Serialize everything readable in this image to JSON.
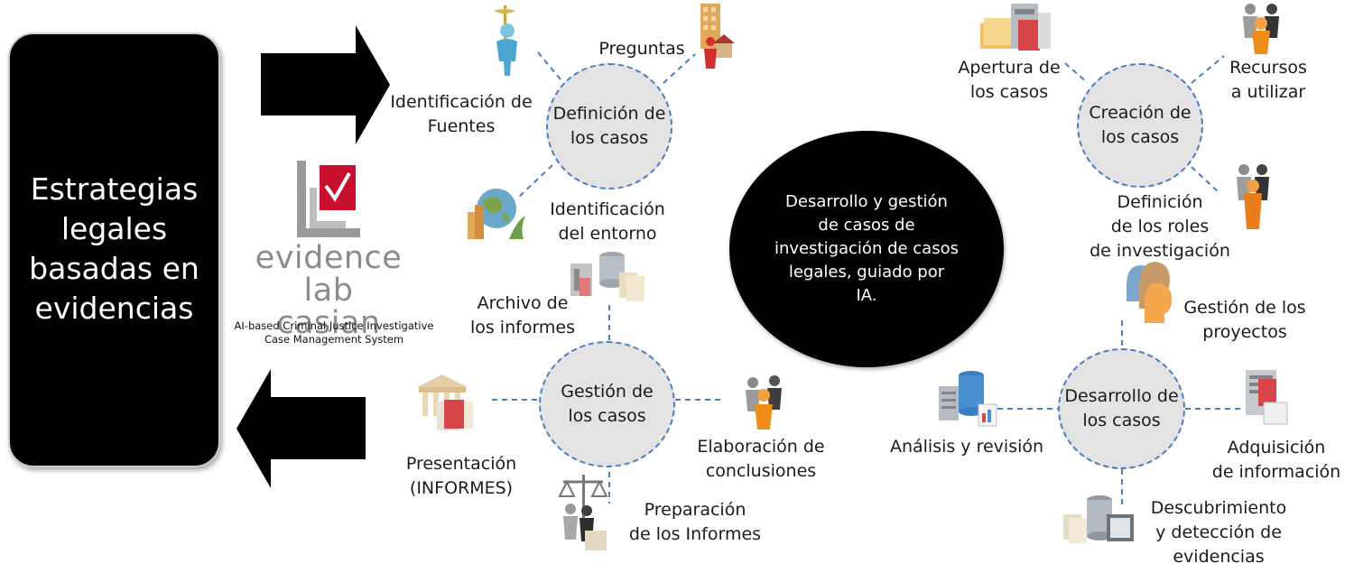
{
  "left_panel": {
    "lines": [
      "Estrategias",
      "legales",
      "basadas en",
      "evidencias"
    ]
  },
  "brand": {
    "name_line1": "evidence lab",
    "name_line2": "casian",
    "tagline_line1": "AI-based Criminal Justice Investigative",
    "tagline_line2": "Case Management System",
    "logo_color": "#c8102e"
  },
  "center": {
    "lines": [
      "Desarrollo y gestión",
      "de casos de",
      "investigación de casos",
      "legales, guiado  por",
      "IA."
    ]
  },
  "hubs": {
    "definicion": [
      "Definición de",
      "los casos"
    ],
    "gestion": [
      "Gestión de",
      "los casos"
    ],
    "creacion": [
      "Creación de",
      "los casos"
    ],
    "desarrollo": [
      "Desarrollo de",
      "los casos"
    ]
  },
  "labels": {
    "identificacion_fuentes": [
      "Identificación de",
      "Fuentes"
    ],
    "preguntas": [
      "Preguntas"
    ],
    "identificacion_entorno": [
      "Identificación",
      "del entorno"
    ],
    "archivo_informes": [
      "Archivo de",
      "los informes"
    ],
    "presentacion": [
      "Presentación",
      "(INFORMES)"
    ],
    "elaboracion": [
      "Elaboración de",
      "conclusiones"
    ],
    "preparacion": [
      "Preparación",
      "de los Informes"
    ],
    "apertura": [
      "Apertura de",
      "los casos"
    ],
    "recursos": [
      "Recursos",
      "a utilizar"
    ],
    "definicion_roles": [
      "Definición",
      "de los roles",
      "de investigación"
    ],
    "gestion_proyectos": [
      "Gestión de los",
      "proyectos"
    ],
    "analisis": [
      "Análisis y revisión"
    ],
    "adquisicion": [
      "Adquisición",
      "de información"
    ],
    "descubrimiento": [
      "Descubrimiento",
      "y detección de",
      "evidencias"
    ]
  },
  "colors": {
    "dash": "#4a7dbf",
    "hub_fill": "#e3e3e3",
    "arrow": "#000000"
  }
}
